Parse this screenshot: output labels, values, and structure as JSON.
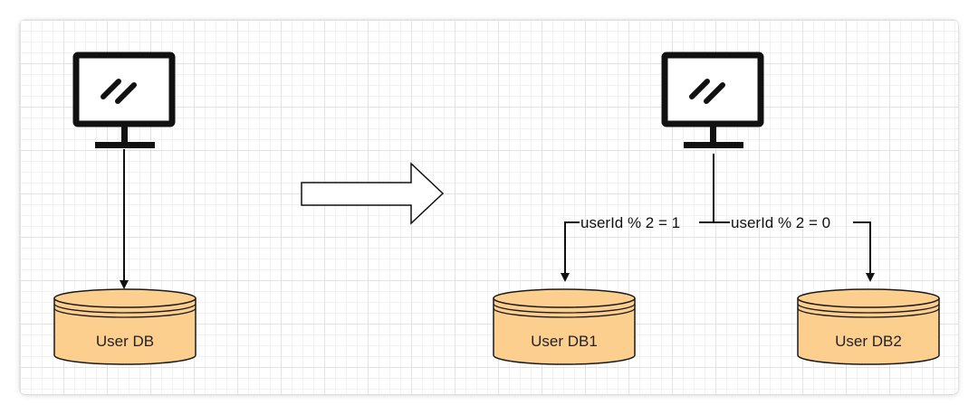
{
  "diagram": {
    "databases": {
      "single": "User DB",
      "shard1": "User DB1",
      "shard2": "User DB2"
    },
    "edges": {
      "left_route": "userId % 2 = 1",
      "right_route": "userId % 2 = 0"
    }
  },
  "colors": {
    "db_fill": "#fccf8e",
    "db_stroke": "#1a1a1a",
    "line": "#111111",
    "arrow_fill": "#ffffff"
  },
  "icons": {
    "client_left": "monitor-icon",
    "client_right": "monitor-icon",
    "transition": "right-arrow-icon"
  }
}
